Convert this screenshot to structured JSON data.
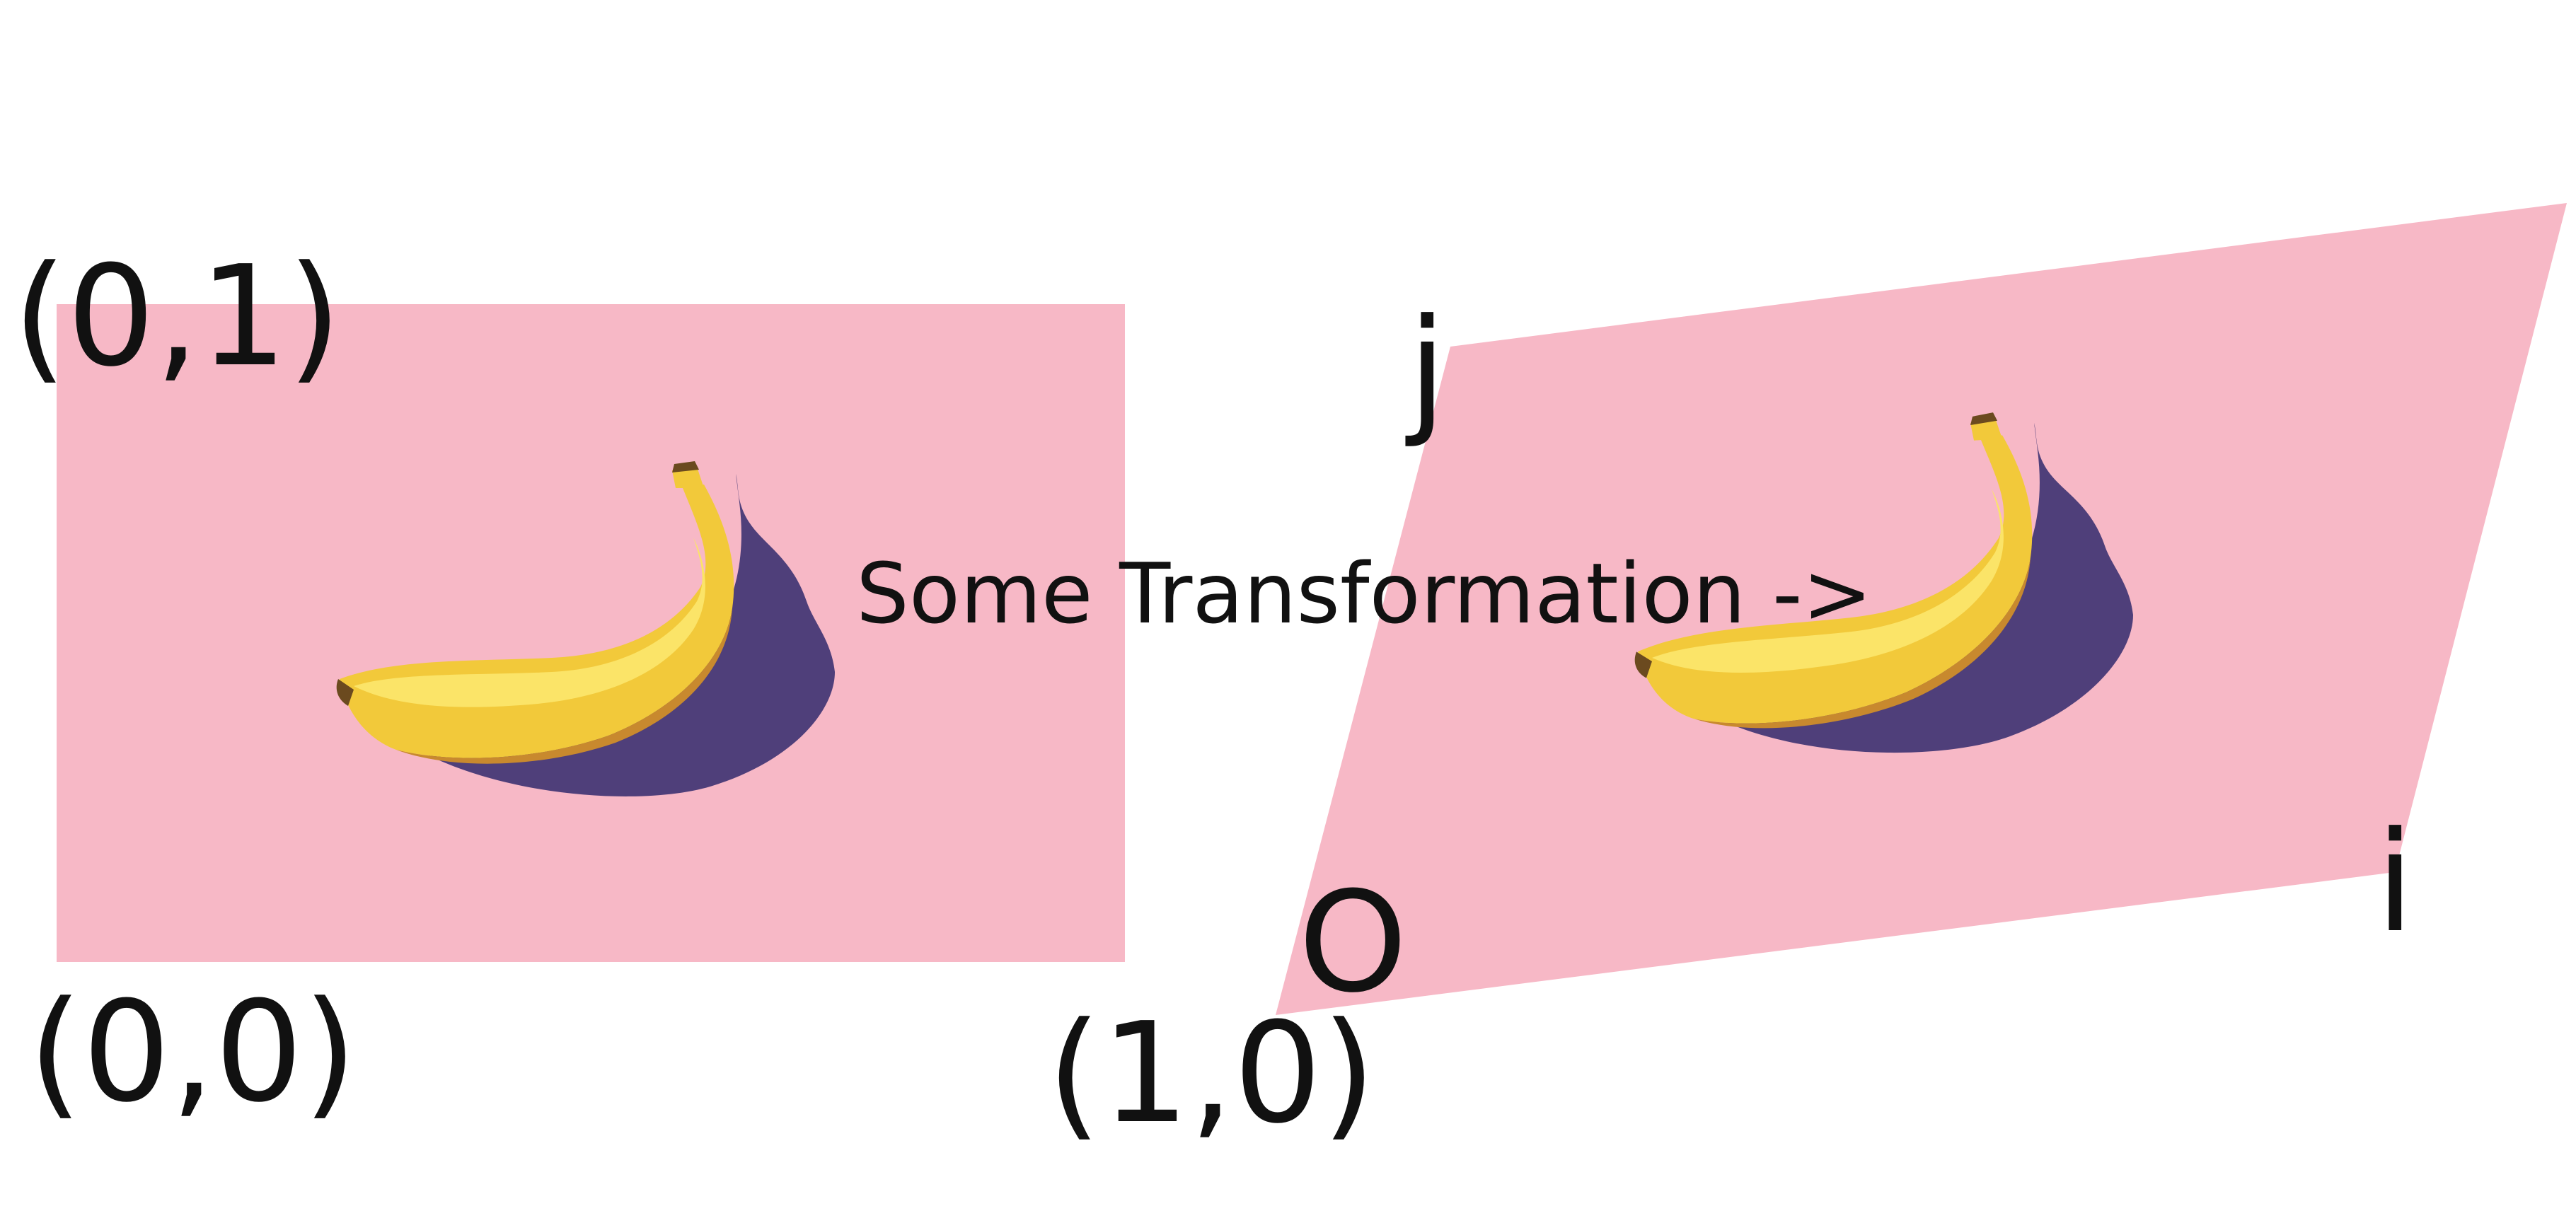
{
  "colors": {
    "background": "#ffffff",
    "plane": "#f7b8c6",
    "text": "#111111",
    "banana_body": "#f2c93a",
    "banana_highlight": "#fbe468",
    "banana_edge": "#d9a72a",
    "banana_shadow_edge": "#c8892e",
    "banana_tip": "#6b4a1f",
    "shadow": "#4f3f7a"
  },
  "left_panel": {
    "label_top_left": "(0,1)",
    "label_bottom_left": "(0,0)",
    "label_bottom_right": "(1,0)"
  },
  "transform_label": "Some Transformation ->",
  "right_panel": {
    "label_j": "j",
    "label_o": "O",
    "label_i": "i"
  },
  "icons": {
    "original_image": "banana-icon",
    "transformed_image": "banana-icon"
  }
}
